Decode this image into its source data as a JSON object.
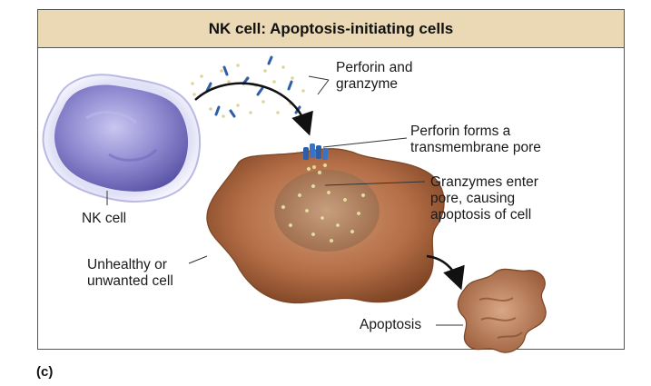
{
  "title": "NK cell: Apoptosis-initiating cells",
  "labels": {
    "perforin_granzyme": [
      "Perforin and",
      "granzyme"
    ],
    "pore": [
      "Perforin forms a",
      "transmembrane pore"
    ],
    "granzymes_enter": [
      "Granzymes enter",
      "pore, causing",
      "apoptosis of cell"
    ],
    "nk_cell": "NK cell",
    "unhealthy_cell": [
      "Unhealthy or",
      "unwanted cell"
    ],
    "apoptosis": "Apoptosis"
  },
  "panel_letter": "(c)",
  "colors": {
    "banner": "#ead9b4",
    "nk_cell": "#9a95d6",
    "target_cell": "#b77550",
    "perforin": "#2c5fa8",
    "granzyme": "#d9c98a"
  }
}
